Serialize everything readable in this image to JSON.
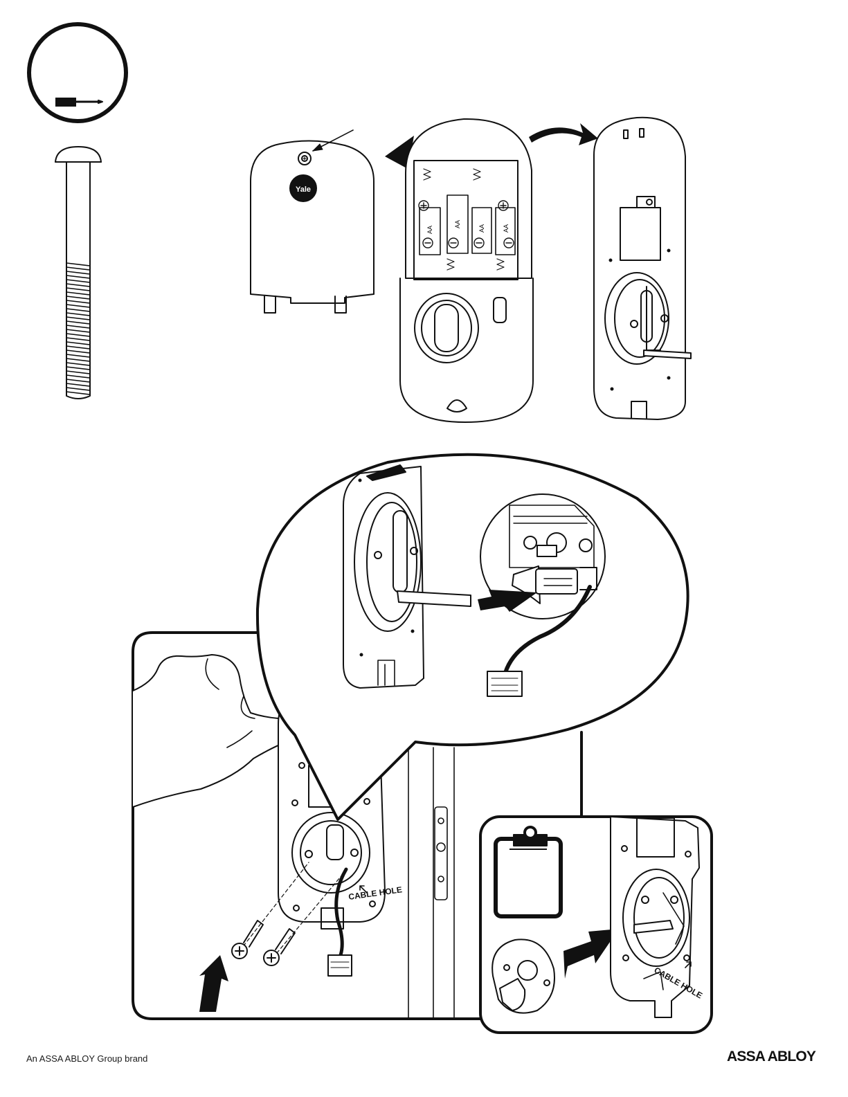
{
  "cover": {
    "logo_text": "Yale"
  },
  "battery": {
    "label": "AA"
  },
  "step": {
    "cable_hole_label": "CABLE HOLE"
  },
  "footer": {
    "brand_line": "An ASSA ABLOY Group brand",
    "company_logo": "ASSA ABLOY"
  },
  "icons": {
    "tool": "screwdriver-icon",
    "note": "clipboard-icon"
  }
}
